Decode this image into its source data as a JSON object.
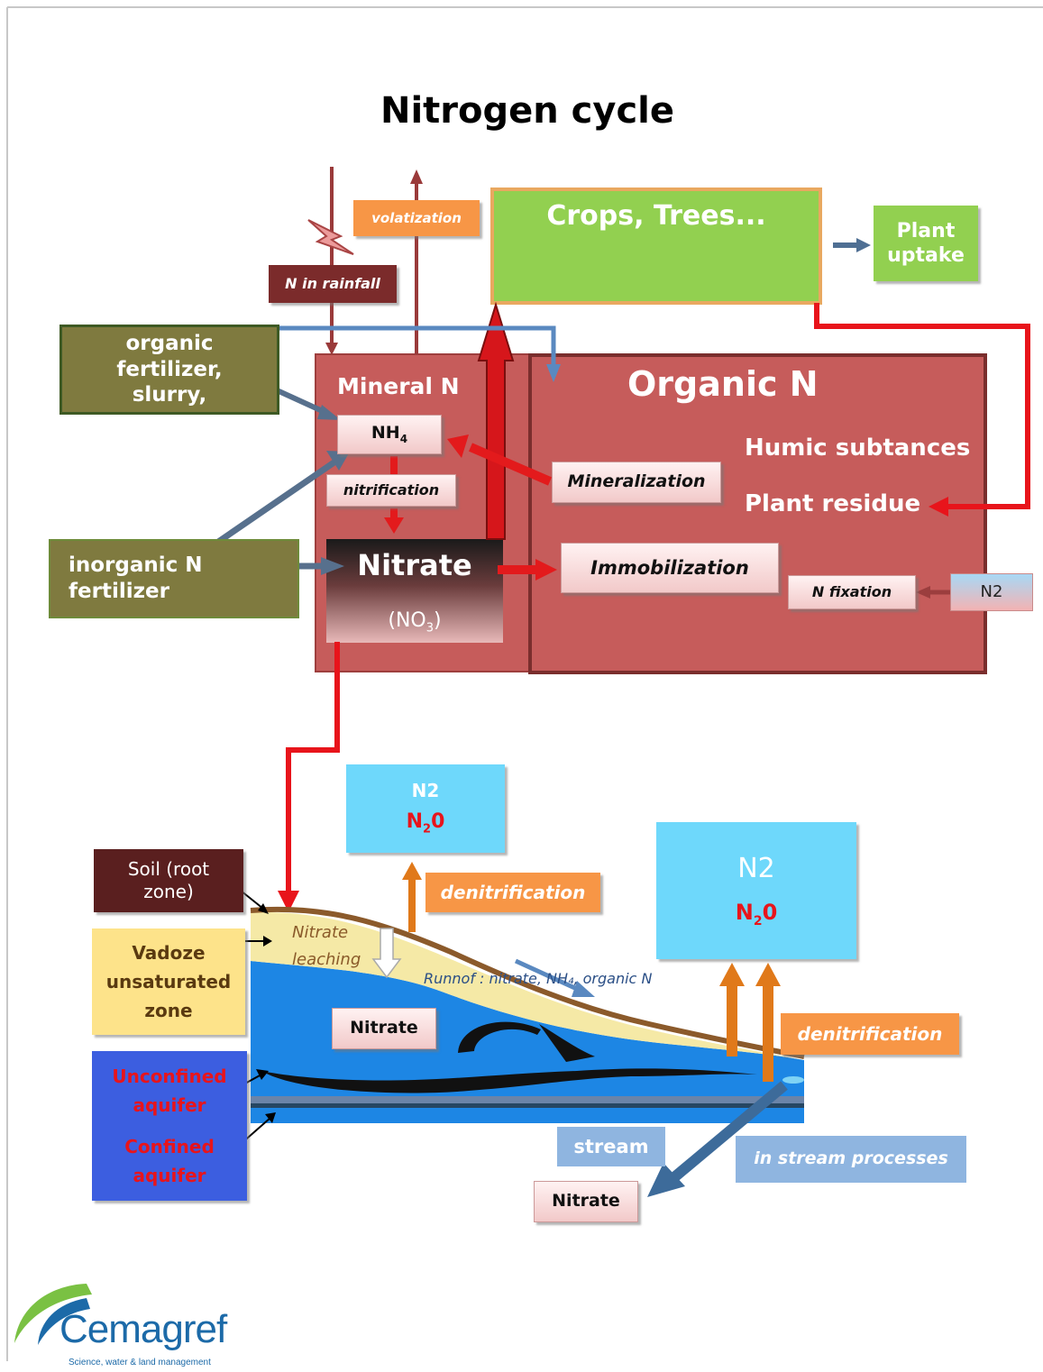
{
  "title": "Nitrogen cycle",
  "top": {
    "volatization": "volatization",
    "n_in_rainfall": "N in rainfall",
    "crops": "Crops, Trees...",
    "plant_uptake": "Plant uptake"
  },
  "fertilizers": {
    "organic": "organic fertilizer, slurry,",
    "inorganic_line1": "inorganic N",
    "inorganic_line2": "fertilizer"
  },
  "mineral": {
    "title": "Mineral N",
    "nh4": "NH",
    "nh4_sub": "4",
    "nitrification": "nitrification",
    "nitrate": "Nitrate",
    "no3": "(NO",
    "no3_sub": "3",
    "no3_close": ")"
  },
  "organic": {
    "title": "Organic N",
    "humic": "Humic subtances",
    "residue": "Plant residue",
    "mineralization": "Mineralization",
    "immobilization": "Immobilization",
    "n_fixation": "N fixation",
    "n2": "N2"
  },
  "gas1": {
    "n2": "N2",
    "n2o_a": "N",
    "n2o_sub": "2",
    "n2o_b": "0"
  },
  "gas2": {
    "n2": "N2",
    "n2o_a": "N",
    "n2o_sub": "2",
    "n2o_b": "0"
  },
  "denitrification1": "denitrification",
  "denitrification2": "denitrification",
  "zones": {
    "soil": "Soil (root zone)",
    "vadoze": "Vadoze unsaturated zone",
    "unconfined": "Unconfined aquifer",
    "confined": "Confined aquifer"
  },
  "leaching_1": "Nitrate",
  "leaching_2": "leaching",
  "runoff": "Runnof : nitrate, NH₄, organic N",
  "nitrate_aquifer": "Nitrate",
  "nitrate_out": "Nitrate",
  "stream": "stream",
  "in_stream": "in  stream  processes",
  "logo": {
    "name": "Cemagref",
    "tagline": "Science, water & land management"
  },
  "colors": {
    "mineral_bg": "#c65c5b",
    "green": "#92d050",
    "olive": "#7f7a3f",
    "orange": "#f79646",
    "maroon": "#7b2b2b",
    "water": "#1e88e5",
    "red_arrow": "#e8141b",
    "steel_arrow": "#4f6f93"
  }
}
